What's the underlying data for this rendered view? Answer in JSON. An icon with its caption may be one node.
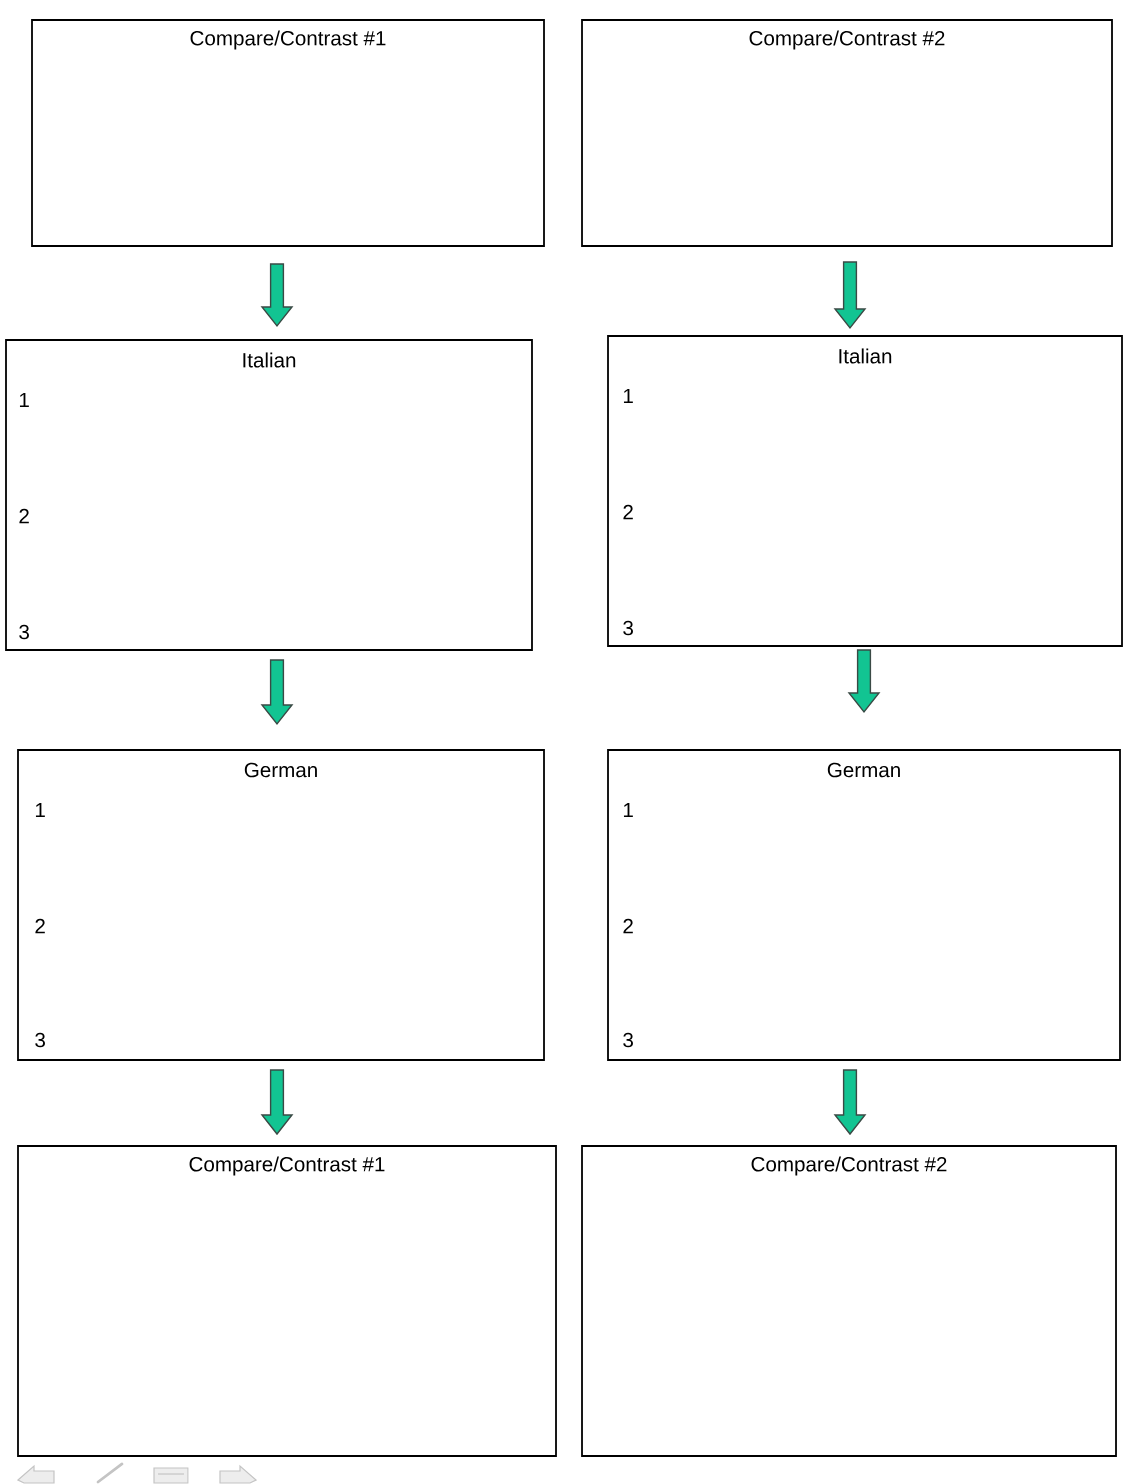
{
  "diagram": {
    "nodes": [
      {
        "text": [
          "Compare/Contrast #1"
        ]
      },
      {
        "text": [
          "Compare/Contrast #2"
        ]
      },
      {
        "text": [
          "Italian",
          "1",
          "2",
          "3"
        ]
      },
      {
        "text": [
          "Italian",
          "1",
          "2",
          "3"
        ]
      },
      {
        "text": [
          "German",
          "1",
          "2",
          "3"
        ]
      },
      {
        "text": [
          "German",
          "1",
          "2",
          "3"
        ]
      },
      {
        "text": [
          "Compare/Contrast #1"
        ]
      },
      {
        "text": [
          "Compare/Contrast #2"
        ]
      }
    ],
    "edges": [
      {
        "from": 0,
        "to": 2,
        "arrow": "to"
      },
      {
        "from": 1,
        "to": 3,
        "arrow": "to"
      },
      {
        "from": 2,
        "to": 4,
        "arrow": "to"
      },
      {
        "from": 3,
        "to": 5,
        "arrow": "to"
      },
      {
        "from": 4,
        "to": 6,
        "arrow": "to"
      },
      {
        "from": 5,
        "to": 7,
        "arrow": "to"
      }
    ]
  }
}
